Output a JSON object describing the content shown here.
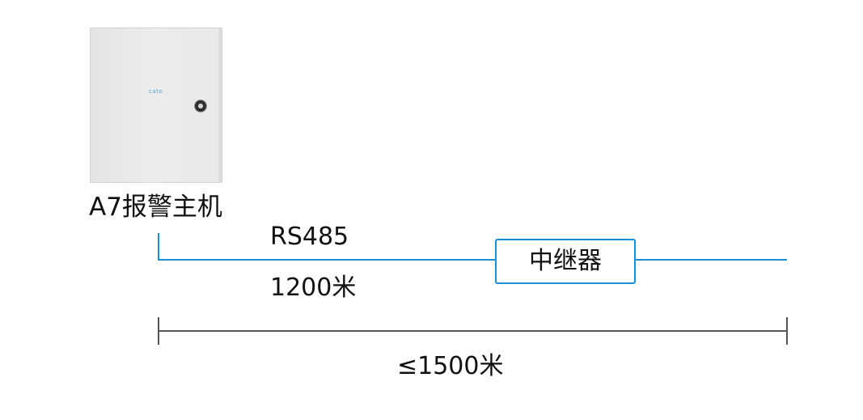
{
  "device": {
    "brand_text": "cato",
    "label": "A7报警主机"
  },
  "bus": {
    "protocol_label": "RS485",
    "segment_length_label": "1200米"
  },
  "repeater": {
    "label": "中继器"
  },
  "span": {
    "total_length_label": "≤1500米"
  },
  "colors": {
    "bus_line": "#1a8fd6",
    "dimension_line": "#555555",
    "brand": "#4aa6db"
  }
}
